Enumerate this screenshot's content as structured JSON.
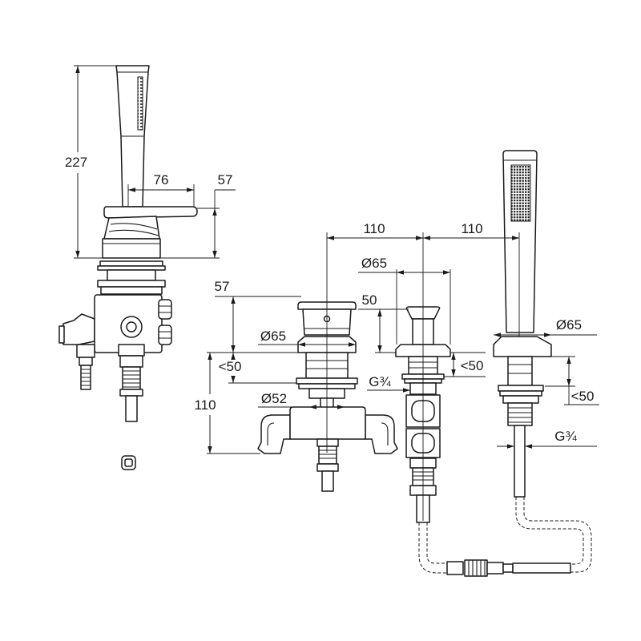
{
  "colors": {
    "line": "#1a1a1a",
    "background": "#ffffff"
  },
  "drawing": {
    "left_assembly": {
      "height": "227",
      "spout_reach": "76",
      "spout_height": "57"
    },
    "spacing": {
      "mixer_to_diverter": "110",
      "diverter_to_shower": "110"
    },
    "mixer": {
      "handle_height": "57",
      "diameter": "Ø65",
      "deck": "<50",
      "body_height": "110",
      "body_diameter": "Ø52"
    },
    "diverter": {
      "diameter": "Ø65",
      "height": "50",
      "deck": "<50",
      "thread": "G¾"
    },
    "hand_shower": {
      "diameter": "Ø65",
      "deck": "<50",
      "thread": "G¾"
    }
  }
}
